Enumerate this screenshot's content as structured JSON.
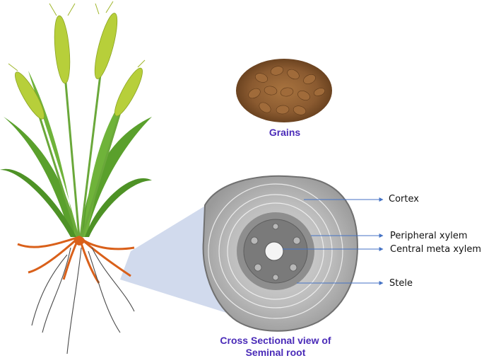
{
  "grains": {
    "caption": "Grains"
  },
  "cross_section": {
    "caption_line1": "Cross Sectional view of",
    "caption_line2": "Seminal root"
  },
  "labels": {
    "cortex": "Cortex",
    "peripheral_xylem": "Peripheral xylem",
    "central_meta_xylem": "Central meta xylem",
    "stele": "Stele"
  },
  "colors": {
    "caption": "#4a2bb8",
    "arrow": "#4472c4",
    "leaf": "#5aa02c",
    "spike": "#b7cf3a",
    "root_orange": "#d9601a",
    "grain": "#8a5a30",
    "zoom_wedge": "#c9d3ea"
  }
}
